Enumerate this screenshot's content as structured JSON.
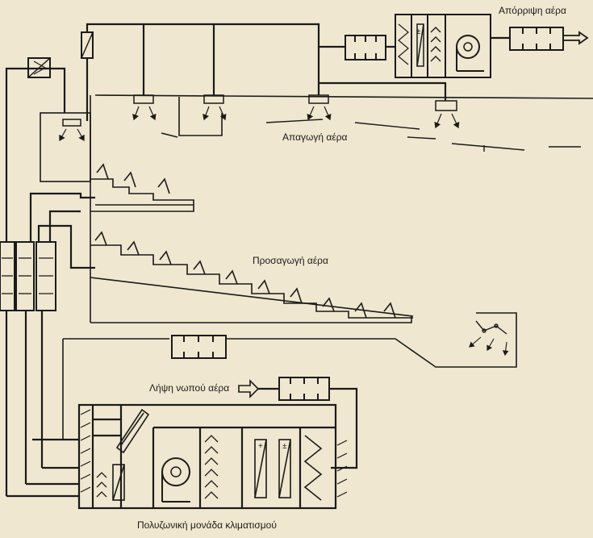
{
  "labels": {
    "exhaust_air": "Απόρριψη αέρα",
    "return_air": "Απαγωγή αέρα",
    "supply_air": "Προσαγωγή αέρα",
    "fresh_air_intake": "Λήψη νωπού αέρα",
    "multizone_unit": "Πολυζωνική μονάδα κλιματισμού"
  },
  "colors": {
    "background": "#efe7cf",
    "line": "#1a1a1a"
  }
}
